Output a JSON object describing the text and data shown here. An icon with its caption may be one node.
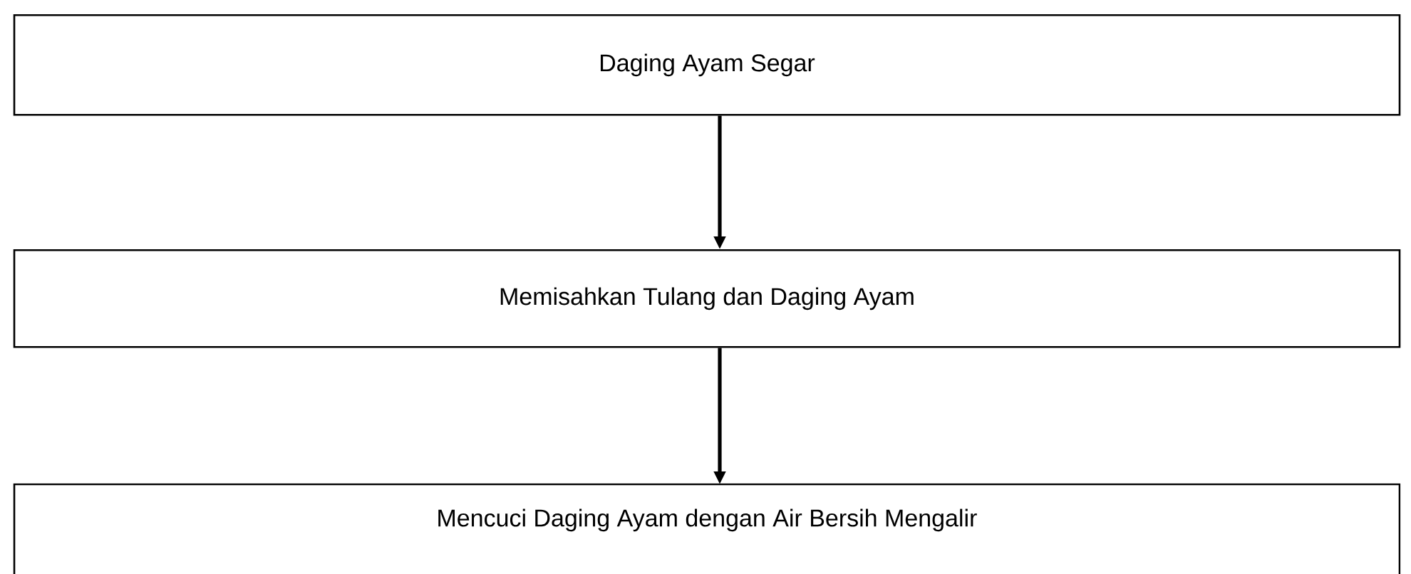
{
  "diagram": {
    "nodes": [
      {
        "text": [
          "Daging Ayam Segar"
        ]
      },
      {
        "text": [
          "Memisahkan Tulang dan Daging Ayam"
        ]
      },
      {
        "text": [
          "Mencuci Daging Ayam dengan Air Bersih Mengalir"
        ]
      }
    ],
    "edges": [
      {
        "from": 0,
        "to": 1,
        "arrow": "to"
      },
      {
        "from": 1,
        "to": 2,
        "arrow": "to"
      }
    ]
  }
}
